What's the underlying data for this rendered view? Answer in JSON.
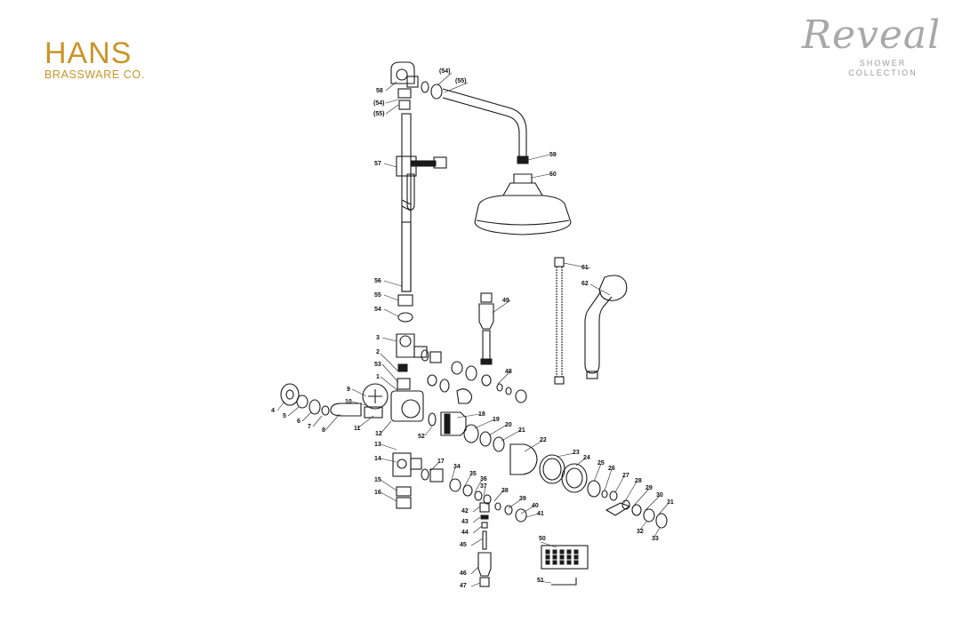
{
  "brand": {
    "name": "HANS",
    "sub": "BRASSWARE CO.",
    "color": "#c9952a"
  },
  "collection": {
    "title": "Reveal",
    "line1": "SHOWER",
    "line2": "COLLECTION"
  },
  "labels": [
    {
      "id": "l58",
      "text": "58"
    },
    {
      "id": "l54a",
      "text": "(54)"
    },
    {
      "id": "l55a",
      "text": "(55)"
    },
    {
      "id": "l54b",
      "text": "(54)"
    },
    {
      "id": "l55b",
      "text": "(55)"
    },
    {
      "id": "l57",
      "text": "57"
    },
    {
      "id": "l59",
      "text": "59"
    },
    {
      "id": "l60",
      "text": "60"
    },
    {
      "id": "l61",
      "text": "61"
    },
    {
      "id": "l62",
      "text": "62"
    },
    {
      "id": "l56",
      "text": "56"
    },
    {
      "id": "l55",
      "text": "55"
    },
    {
      "id": "l54",
      "text": "54"
    },
    {
      "id": "l49",
      "text": "49"
    },
    {
      "id": "l3",
      "text": "3"
    },
    {
      "id": "l2",
      "text": "2"
    },
    {
      "id": "l53",
      "text": "53"
    },
    {
      "id": "l48",
      "text": "48"
    },
    {
      "id": "l1",
      "text": "1"
    },
    {
      "id": "l9",
      "text": "9"
    },
    {
      "id": "l10",
      "text": "10"
    },
    {
      "id": "l4",
      "text": "4"
    },
    {
      "id": "l5",
      "text": "5"
    },
    {
      "id": "l6",
      "text": "6"
    },
    {
      "id": "l7",
      "text": "7"
    },
    {
      "id": "l8",
      "text": "8"
    },
    {
      "id": "l11",
      "text": "11"
    },
    {
      "id": "l12",
      "text": "12"
    },
    {
      "id": "l52",
      "text": "52"
    },
    {
      "id": "l18",
      "text": "18"
    },
    {
      "id": "l19",
      "text": "19"
    },
    {
      "id": "l20",
      "text": "20"
    },
    {
      "id": "l21",
      "text": "21"
    },
    {
      "id": "l22",
      "text": "22"
    },
    {
      "id": "l13",
      "text": "13"
    },
    {
      "id": "l14",
      "text": "14"
    },
    {
      "id": "l17",
      "text": "17"
    },
    {
      "id": "l34",
      "text": "34"
    },
    {
      "id": "l35",
      "text": "35"
    },
    {
      "id": "l36",
      "text": "36"
    },
    {
      "id": "l37",
      "text": "37"
    },
    {
      "id": "l38",
      "text": "38"
    },
    {
      "id": "l23",
      "text": "23"
    },
    {
      "id": "l24",
      "text": "24"
    },
    {
      "id": "l25",
      "text": "25"
    },
    {
      "id": "l26",
      "text": "26"
    },
    {
      "id": "l27",
      "text": "27"
    },
    {
      "id": "l28",
      "text": "28"
    },
    {
      "id": "l29",
      "text": "29"
    },
    {
      "id": "l30",
      "text": "30"
    },
    {
      "id": "l31",
      "text": "31"
    },
    {
      "id": "l32",
      "text": "32"
    },
    {
      "id": "l33",
      "text": "33"
    },
    {
      "id": "l15",
      "text": "15"
    },
    {
      "id": "l16",
      "text": "16"
    },
    {
      "id": "l39",
      "text": "39"
    },
    {
      "id": "l40",
      "text": "40"
    },
    {
      "id": "l41",
      "text": "41"
    },
    {
      "id": "l42",
      "text": "42"
    },
    {
      "id": "l43",
      "text": "43"
    },
    {
      "id": "l44",
      "text": "44"
    },
    {
      "id": "l45",
      "text": "45"
    },
    {
      "id": "l46",
      "text": "46"
    },
    {
      "id": "l47",
      "text": "47"
    },
    {
      "id": "l50",
      "text": "50"
    },
    {
      "id": "l51",
      "text": "51"
    }
  ]
}
